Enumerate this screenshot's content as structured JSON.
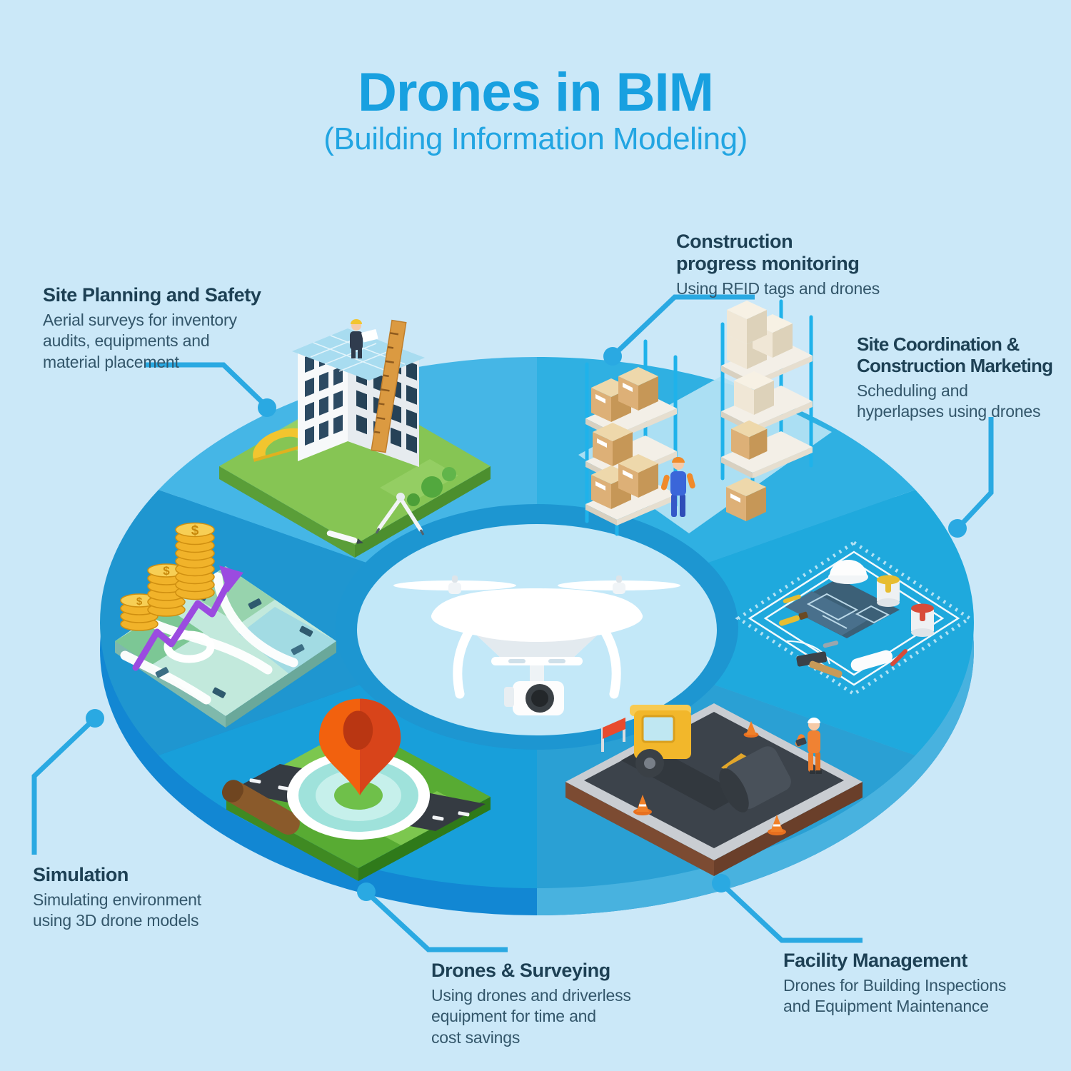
{
  "title": "Drones in BIM",
  "subtitle": "(Building Information Modeling)",
  "labels": [
    {
      "id": "site-planning",
      "heading": "Site Planning and Safety",
      "desc": "Aerial surveys for inventory\naudits, equipments and\nmaterial placement"
    },
    {
      "id": "construction-progress",
      "heading": "Construction\nprogress monitoring",
      "desc": "Using RFID tags and drones"
    },
    {
      "id": "site-coordination",
      "heading": "Site Coordination &\nConstruction Marketing",
      "desc": "Scheduling and\nhyperlapses using drones"
    },
    {
      "id": "simulation",
      "heading": "Simulation",
      "desc": "Simulating environment\nusing 3D drone models"
    },
    {
      "id": "drones-surveying",
      "heading": "Drones & Surveying",
      "desc": "Using drones and driverless\nequipment for time and\ncost savings"
    },
    {
      "id": "facility-management",
      "heading": "Facility Management",
      "desc": "Drones for Building Inspections\nand Equipment Maintenance"
    }
  ],
  "segments": [
    {
      "id": "segment-site-planning",
      "illustration": "building-survey",
      "color": "#45b6e6"
    },
    {
      "id": "segment-construction-progress",
      "illustration": "warehouse-shelves",
      "color": "#2fb0e2"
    },
    {
      "id": "segment-site-coordination",
      "illustration": "blueprint-tools",
      "color": "#1fa9dd"
    },
    {
      "id": "segment-facility-management",
      "illustration": "road-roller",
      "color": "#2aa0d4"
    },
    {
      "id": "segment-drones-surveying",
      "illustration": "map-magnifier",
      "color": "#189fda"
    },
    {
      "id": "segment-simulation",
      "illustration": "map-coins",
      "color": "#1f96d0"
    }
  ],
  "illustrations": {
    "coin_symbol": "$"
  },
  "palette": {
    "background": "#cbe8f8",
    "title_blue": "#18a0e0",
    "connector_blue": "#2aa9e2",
    "heading_text": "#1d4054",
    "body_text": "#33566a",
    "depth_left": "#1287d3",
    "depth_right": "#48b2df",
    "hole_ring": "#1d96d1",
    "hole": "#c3e8f8"
  }
}
